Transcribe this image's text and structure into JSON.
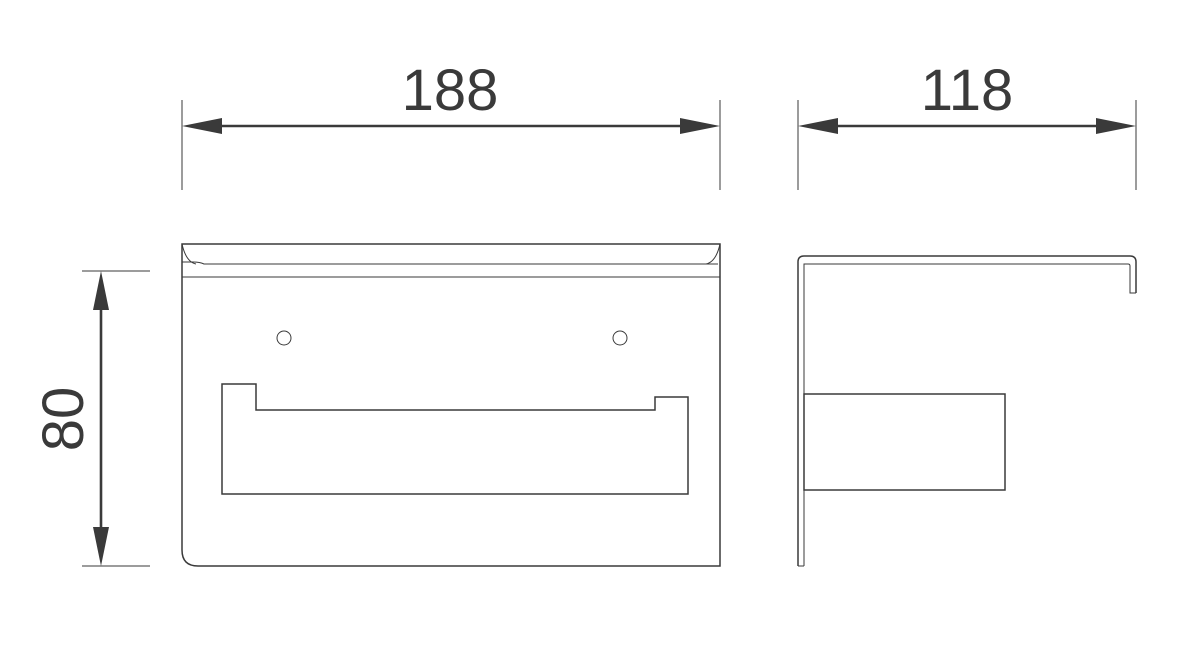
{
  "dimensions": {
    "width": "188",
    "depth": "118",
    "height": "80"
  },
  "colors": {
    "line": "#3a3a3a",
    "background": "#ffffff"
  }
}
